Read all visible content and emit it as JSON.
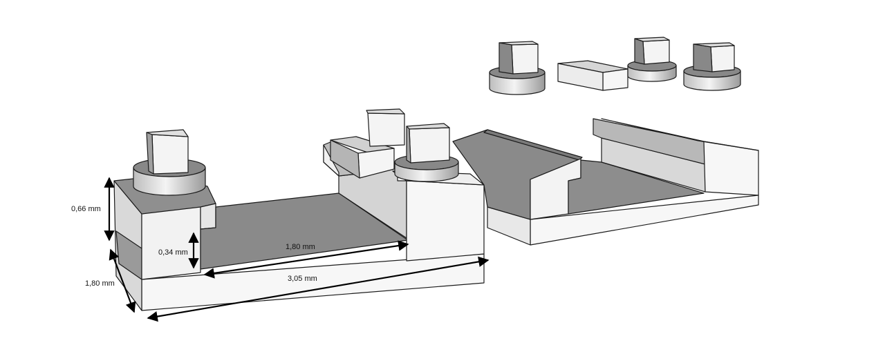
{
  "dimensions": {
    "height_total": "0,66 mm",
    "height_step": "0,34 mm",
    "depth": "1,80 mm",
    "inner_length": "1,80 mm",
    "total_length": "3,05 mm"
  },
  "colors": {
    "light_face": "#f7f7f7",
    "mid_face": "#d6d6d6",
    "dark_face": "#8c8c8c",
    "darker_face": "#7a7a7a",
    "edge": "#1a1a1a",
    "arrow": "#000000"
  }
}
